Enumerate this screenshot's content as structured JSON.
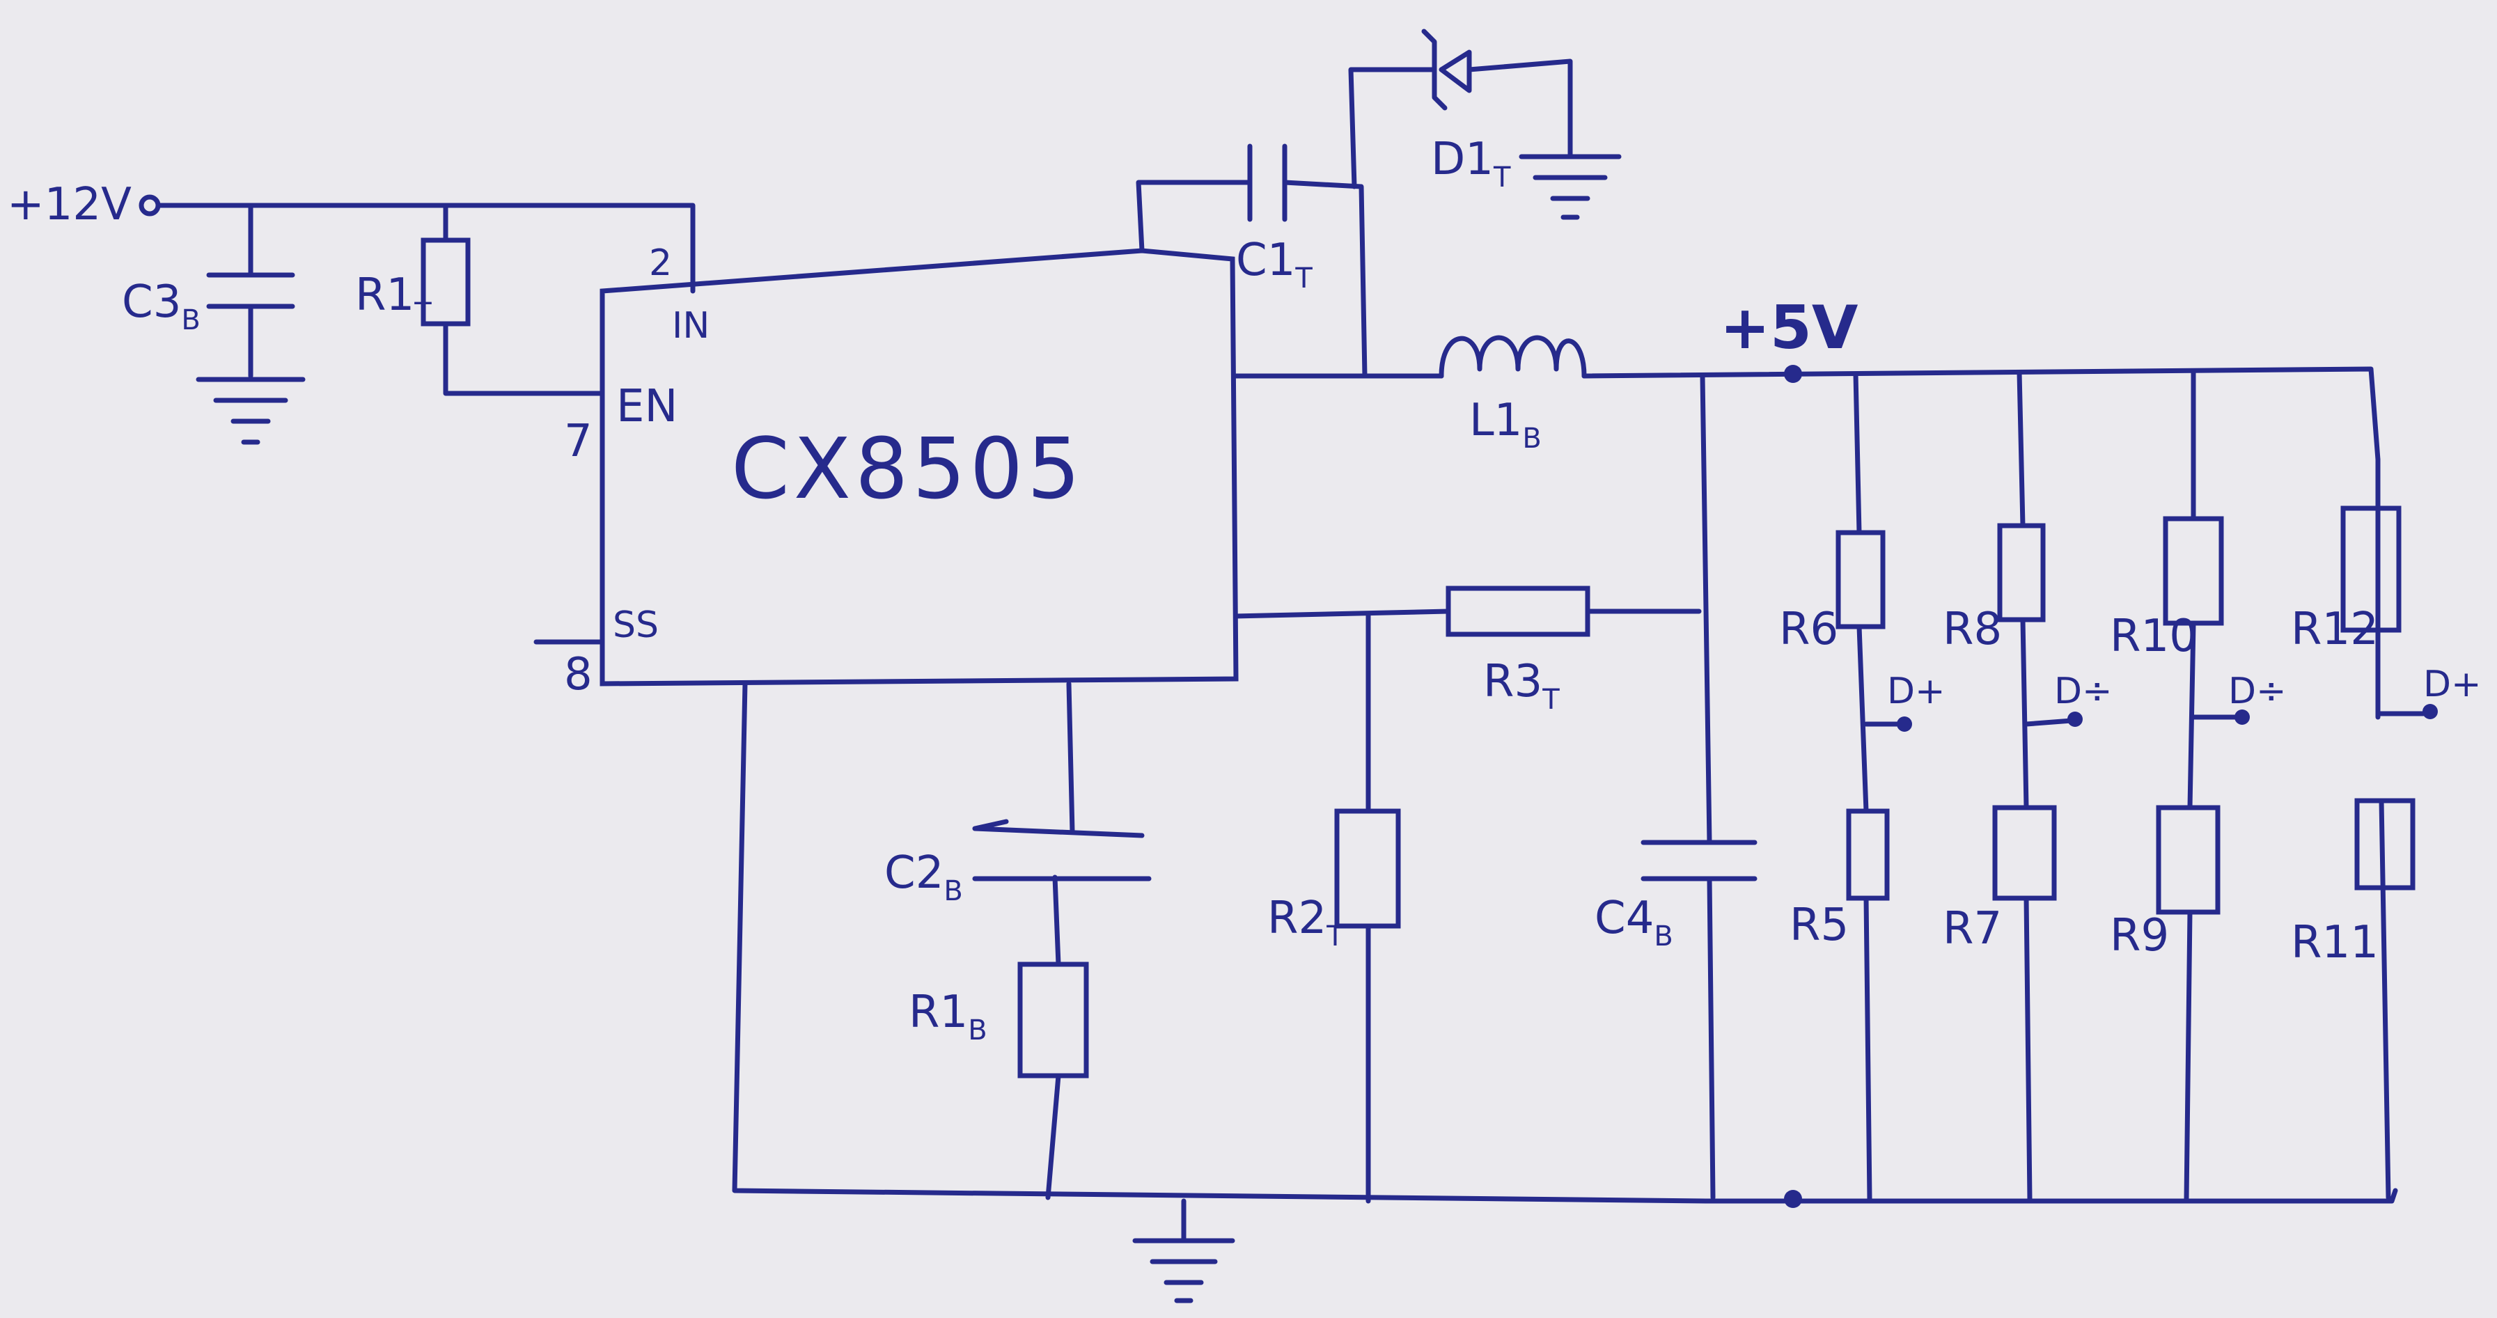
{
  "chip": {
    "name": "CX8505"
  },
  "pins": {
    "in_num": "2",
    "in_name": "IN",
    "en_num": "7",
    "en_name": "EN",
    "ss_num": "8",
    "ss_name": "SS"
  },
  "rails": {
    "vin": "+12V",
    "vout": "+5V"
  },
  "parts": {
    "c3": {
      "main": "C3",
      "sub": "B"
    },
    "r1t": {
      "main": "R1",
      "sub": "T"
    },
    "c1": {
      "main": "C1",
      "sub": "T"
    },
    "d1": {
      "main": "D1",
      "sub": "T"
    },
    "l1": {
      "main": "L1",
      "sub": "B"
    },
    "r3": {
      "main": "R3",
      "sub": "T"
    },
    "c2": {
      "main": "C2",
      "sub": "B"
    },
    "r1b": {
      "main": "R1",
      "sub": "B"
    },
    "r2": {
      "main": "R2",
      "sub": "T"
    },
    "c4": {
      "main": "C4",
      "sub": "B"
    }
  },
  "dividers": [
    {
      "top": "R6",
      "bottom": "R5",
      "tap": "D+"
    },
    {
      "top": "R8",
      "bottom": "R7",
      "tap": "D÷"
    },
    {
      "top": "R10",
      "bottom": "R9",
      "tap": "D÷"
    },
    {
      "top": "R12",
      "bottom": "R11",
      "tap": "D+"
    }
  ]
}
